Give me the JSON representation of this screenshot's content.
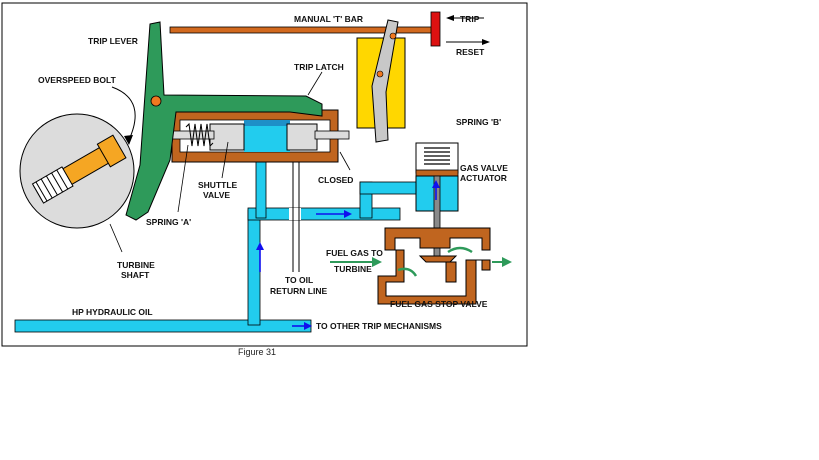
{
  "labels": {
    "manual_t_bar": "MANUAL 'T' BAR",
    "trip": "TRIP",
    "reset": "RESET",
    "trip_lever": "TRIP LEVER",
    "trip_latch": "TRIP LATCH",
    "overspeed_bolt": "OVERSPEED BOLT",
    "spring_b": "SPRING 'B'",
    "gas_valve_actuator_1": "GAS VALVE",
    "gas_valve_actuator_2": "ACTUATOR",
    "closed": "CLOSED",
    "shuttle_valve_1": "SHUTTLE",
    "shuttle_valve_2": "VALVE",
    "spring_a": "SPRING 'A'",
    "turbine_shaft_1": "TURBINE",
    "turbine_shaft_2": "SHAFT",
    "fuel_gas_to_turbine_1": "FUEL GAS TO",
    "fuel_gas_to_turbine_2": "TURBINE",
    "to_oil_return_1": "TO OIL",
    "to_oil_return_2": "RETURN LINE",
    "fuel_gas_stop_valve": "FUEL GAS STOP VALVE",
    "hp_hydraulic_oil": "HP HYDRAULIC OIL",
    "to_other_trip": "TO OTHER TRIP MECHANISMS"
  },
  "caption": "Figure 31",
  "colors": {
    "oil": "#22CCEE",
    "lever": "#2E9A5A",
    "bar": "#D2691E",
    "actuator_block": "#FFD700",
    "housing": "#C0651F",
    "knob": "#DD1111",
    "shaft_disc": "#DCDCDC",
    "bolt": "#F5A623",
    "arrow_blue": "#1010EE",
    "arrow_green": "#2E9A5A",
    "pivot": "#F07820"
  }
}
